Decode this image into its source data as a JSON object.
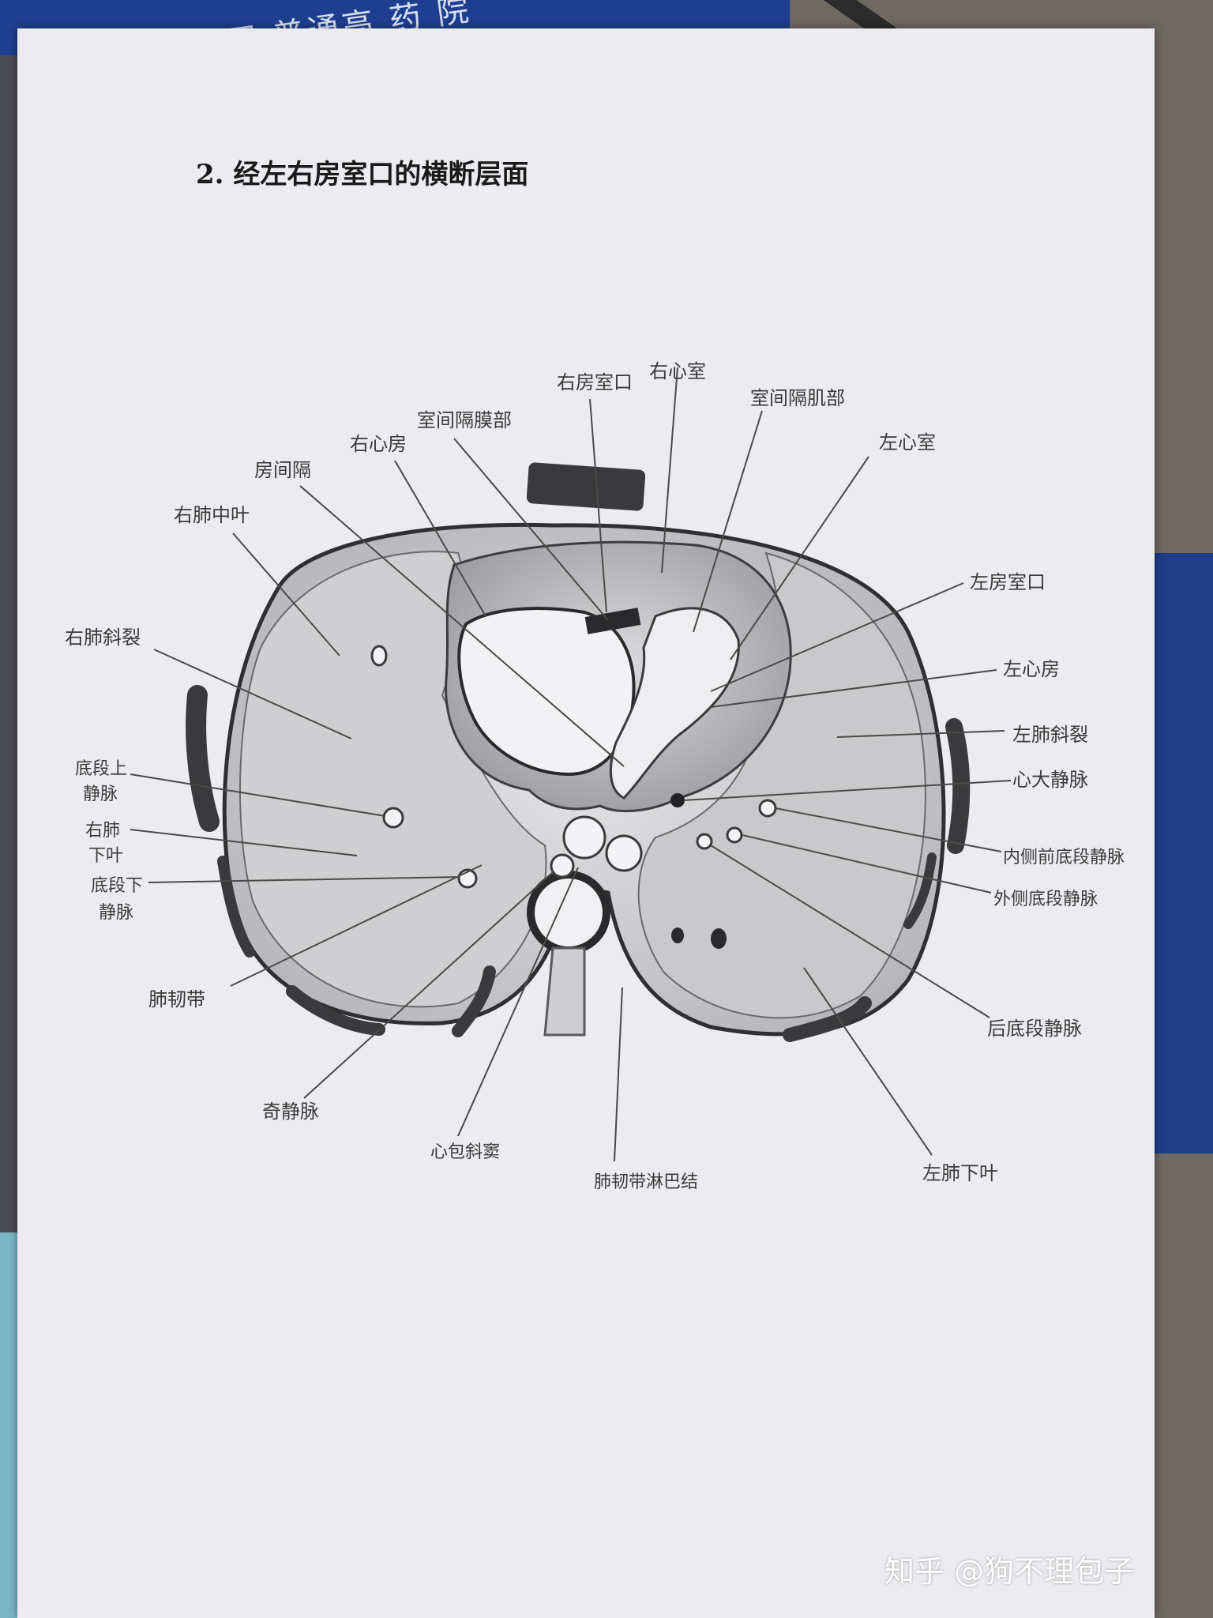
{
  "background": {
    "folder_text": "集团 普通高 药 院"
  },
  "page": {
    "title": "2.  经左右房室口的横断层面"
  },
  "labels": {
    "right_av_orifice": "右房室口",
    "right_ventricle": "右心室",
    "ivs_muscular": "室间隔肌部",
    "ivs_membranous": "室间隔膜部",
    "right_atrium": "右心房",
    "interatrial_septum": "房间隔",
    "left_ventricle": "左心室",
    "right_middle_lobe": "右肺中叶",
    "left_av_orifice": "左房室口",
    "right_oblique_fissure": "右肺斜裂",
    "left_atrium": "左心房",
    "left_oblique_fissure": "左肺斜裂",
    "sup_basal_vein_1": "底段上",
    "sup_basal_vein_2": "静脉",
    "great_cardiac_vein": "心大静脉",
    "right_lower_lobe_1": "右肺",
    "right_lower_lobe_2": "下叶",
    "medial_ant_basal_vein": "内侧前底段静脉",
    "inf_basal_vein_1": "底段下",
    "inf_basal_vein_2": "静脉",
    "lat_basal_vein": "外侧底段静脉",
    "pulmonary_ligament": "肺韧带",
    "post_basal_vein": "后底段静脉",
    "azygos_vein": "奇静脉",
    "left_lower_lobe": "左肺下叶",
    "oblique_sinus": "心包斜窦",
    "pul_lig_lymph_node": "肺韧带淋巴结"
  },
  "watermark": {
    "text": "知乎 @狗不理包子"
  }
}
